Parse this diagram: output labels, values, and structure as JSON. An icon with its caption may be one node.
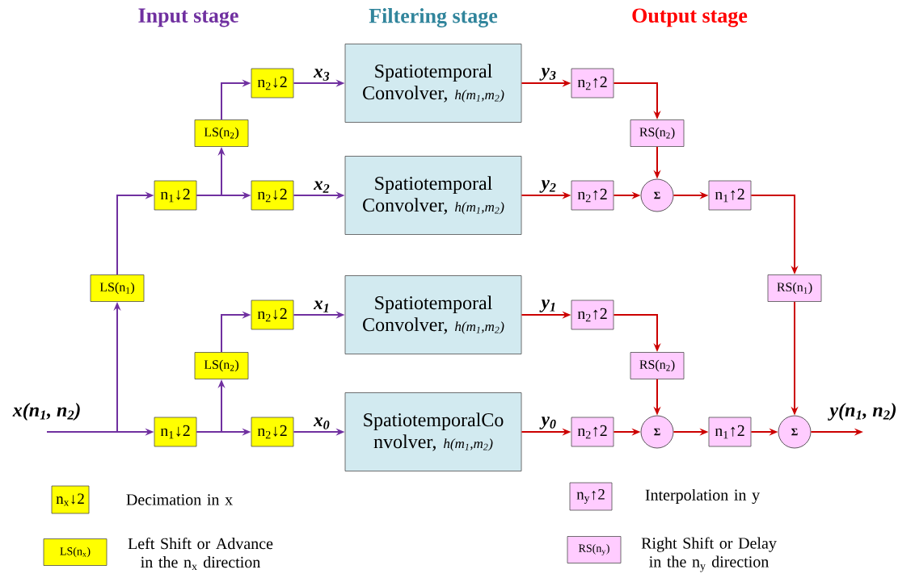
{
  "diagram": {
    "nodes": [
      {
        "text": [
          "x(n$_{1}$, n$_{2}$)"
        ]
      },
      {
        "text": [
          "LS(n$_{1}$)"
        ]
      },
      {
        "text": [
          "n$_{1}$↓2"
        ]
      },
      {
        "text": [
          "LS(n$_{2}$)"
        ]
      },
      {
        "text": [
          "n$_{2}$↓2"
        ]
      },
      {
        "text": [
          "n$_{2}$↓2"
        ]
      },
      {
        "text": [
          "n$_{1}$↓2"
        ]
      },
      {
        "text": [
          "LS(n$_{2}$)"
        ]
      },
      {
        "text": [
          "n$_{2}$↓2"
        ]
      },
      {
        "text": [
          "n$_{2}$↓2"
        ]
      },
      {
        "text": [
          "Spatiotemporal Convolver,",
          "h(m$_{1}$,m$_{2}$)"
        ]
      },
      {
        "text": [
          "Spatiotemporal Convolver,",
          "h(m$_{1}$,m$_{2}$)"
        ]
      },
      {
        "text": [
          "Spatiotemporal Convolver,",
          "h(m$_{1}$,m$_{2}$)"
        ]
      },
      {
        "text": [
          "SpatiotemporalCo nvolver,",
          "h(m$_{1}$,m$_{2}$)"
        ]
      },
      {
        "text": [
          "n$_{2}$↑2"
        ]
      },
      {
        "text": [
          "RS(n$_{2}$)"
        ]
      },
      {
        "text": [
          "n$_{2}$↑2"
        ]
      },
      {
        "text": [
          "Σ"
        ]
      },
      {
        "text": [
          "n$_{1}$↑2"
        ]
      },
      {
        "text": [
          "RS(n$_{1}$)"
        ]
      },
      {
        "text": [
          "n$_{2}$↑2"
        ]
      },
      {
        "text": [
          "RS(n$_{2}$)"
        ]
      },
      {
        "text": [
          "n$_{2}$↑2"
        ]
      },
      {
        "text": [
          "Σ"
        ]
      },
      {
        "text": [
          "n$_{1}$↑2"
        ]
      },
      {
        "text": [
          "Σ"
        ]
      },
      {
        "text": [
          "y(n$_{1}$, n$_{2}$)"
        ]
      },
      {
        "text": [
          "n$_{x}$↓2"
        ],
        "beside": [
          "Decimation in x"
        ]
      },
      {
        "text": [
          "LS(n$_{x}$)"
        ],
        "beside": [
          "Left Shift or Advance in the n$_{x}$ direction"
        ]
      },
      {
        "text": [
          "n$_{y}$↑2"
        ],
        "beside": [
          "Interpolation in y"
        ]
      },
      {
        "text": [
          "RS(n$_{y}$)"
        ],
        "beside": [
          "Right Shift or Delay in the n$_{y}$ direction"
        ]
      }
    ],
    "edges": [
      {
        "from": 0,
        "to": 6,
        "arrow": "to",
        "color": "#7030a0"
      },
      {
        "from": 0,
        "to": 1,
        "arrow": "to",
        "color": "#7030a0"
      },
      {
        "from": 1,
        "to": 2,
        "arrow": "to",
        "color": "#7030a0"
      },
      {
        "from": 2,
        "to": 5,
        "arrow": "to",
        "color": "#7030a0"
      },
      {
        "from": 2,
        "to": 3,
        "arrow": "to",
        "color": "#7030a0"
      },
      {
        "from": 3,
        "to": 4,
        "arrow": "to",
        "color": "#7030a0"
      },
      {
        "from": 6,
        "to": 9,
        "arrow": "to",
        "color": "#7030a0"
      },
      {
        "from": 6,
        "to": 7,
        "arrow": "to",
        "color": "#7030a0"
      },
      {
        "from": 7,
        "to": 8,
        "arrow": "to",
        "color": "#7030a0"
      },
      {
        "from": 4,
        "to": 10,
        "arrow": "to",
        "label": "x$_{3}$",
        "color": "#7030a0"
      },
      {
        "from": 5,
        "to": 11,
        "arrow": "to",
        "label": "x$_{2}$",
        "color": "#7030a0"
      },
      {
        "from": 8,
        "to": 12,
        "arrow": "to",
        "label": "x$_{1}$",
        "color": "#7030a0"
      },
      {
        "from": 9,
        "to": 13,
        "arrow": "to",
        "label": "x$_{0}$",
        "color": "#7030a0"
      },
      {
        "from": 10,
        "to": 14,
        "arrow": "to",
        "label": "y$_{3}$"
      },
      {
        "from": 11,
        "to": 16,
        "arrow": "to",
        "label": "y$_{2}$"
      },
      {
        "from": 12,
        "to": 20,
        "arrow": "to",
        "label": "y$_{1}$"
      },
      {
        "from": 13,
        "to": 22,
        "arrow": "to",
        "label": "y$_{0}$"
      },
      {
        "from": 14,
        "to": 15,
        "arrow": "to"
      },
      {
        "from": 15,
        "to": 17,
        "arrow": "to"
      },
      {
        "from": 16,
        "to": 17,
        "arrow": "to"
      },
      {
        "from": 17,
        "to": 18,
        "arrow": "to"
      },
      {
        "from": 18,
        "to": 19,
        "arrow": "to"
      },
      {
        "from": 19,
        "to": 25,
        "arrow": "to"
      },
      {
        "from": 20,
        "to": 21,
        "arrow": "to"
      },
      {
        "from": 21,
        "to": 23,
        "arrow": "to"
      },
      {
        "from": 22,
        "to": 23,
        "arrow": "to"
      },
      {
        "from": 23,
        "to": 24,
        "arrow": "to"
      },
      {
        "from": 24,
        "to": 25,
        "arrow": "to"
      },
      {
        "from": 25,
        "to": 26,
        "arrow": "to"
      }
    ],
    "labels": [
      "Input stage",
      "Filtering stage",
      "Output stage"
    ]
  }
}
